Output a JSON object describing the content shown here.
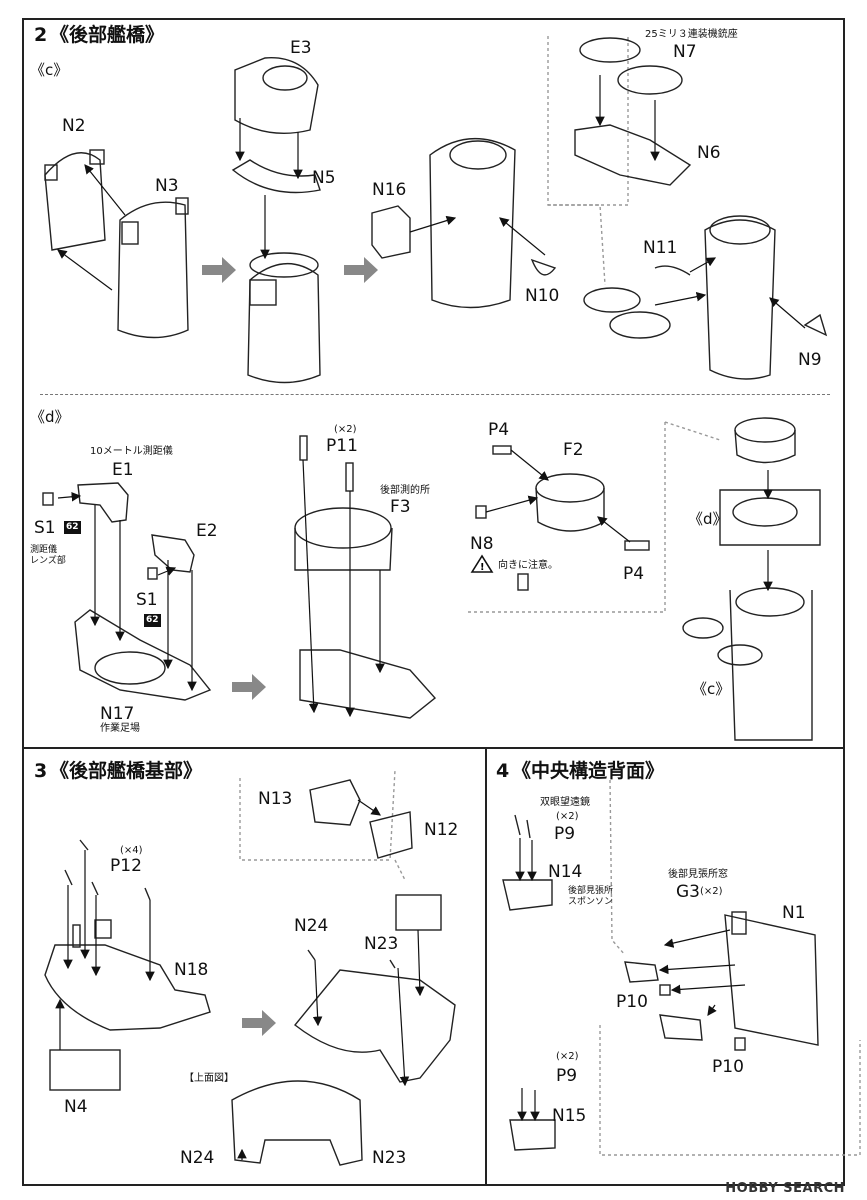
{
  "sections": {
    "s2": {
      "num": "2",
      "title": "《後部艦橋》"
    },
    "s3": {
      "num": "3",
      "title": "《後部艦橋基部》"
    },
    "s4": {
      "num": "4",
      "title": "《中央構造背面》"
    }
  },
  "subs": {
    "c": "《c》",
    "d": "《d》",
    "d_detail": "《d》",
    "c_detail": "《c》"
  },
  "parts": {
    "N2": "N2",
    "N3": "N3",
    "E3": "E3",
    "N5": "N5",
    "N16": "N16",
    "N10": "N10",
    "N7": "N7",
    "N6": "N6",
    "N11": "N11",
    "N9": "N9",
    "E1": "E1",
    "S1a": "S1",
    "S1b": "S1",
    "E2": "E2",
    "N17": "N17",
    "P11": "P11",
    "F3": "F3",
    "P4a": "P4",
    "F2": "F2",
    "N8": "N8",
    "P4b": "P4",
    "N13": "N13",
    "N12": "N12",
    "P12": "P12",
    "N18": "N18",
    "N4": "N4",
    "N24a": "N24",
    "N23a": "N23",
    "N24b": "N24",
    "N23b": "N23",
    "P9a": "P9",
    "N14": "N14",
    "G3": "G3",
    "N1": "N1",
    "P10a": "P10",
    "P10b": "P10",
    "P9b": "P9",
    "N15": "N15"
  },
  "notes": {
    "n7_label": "25ミリ３連装機銃座",
    "e1_label": "10メートル測距儀",
    "s1_label": "測距儀\nレンズ部",
    "n17_label": "作業足場",
    "f3_label": "後部測的所",
    "p11_qty": "(×2)",
    "p12_qty": "(×4)",
    "badge62": "62",
    "caution": "向きに注意。",
    "top_view": "【上面図】",
    "p9_label": "双眼望遠鏡",
    "p9a_qty": "(×2)",
    "n14_label": "後部見張所\nスポンソン",
    "g3_label": "後部見張所窓",
    "g3_qty": "(×2)",
    "p9b_qty": "(×2)"
  },
  "watermark": "HOBBY SEARCH"
}
